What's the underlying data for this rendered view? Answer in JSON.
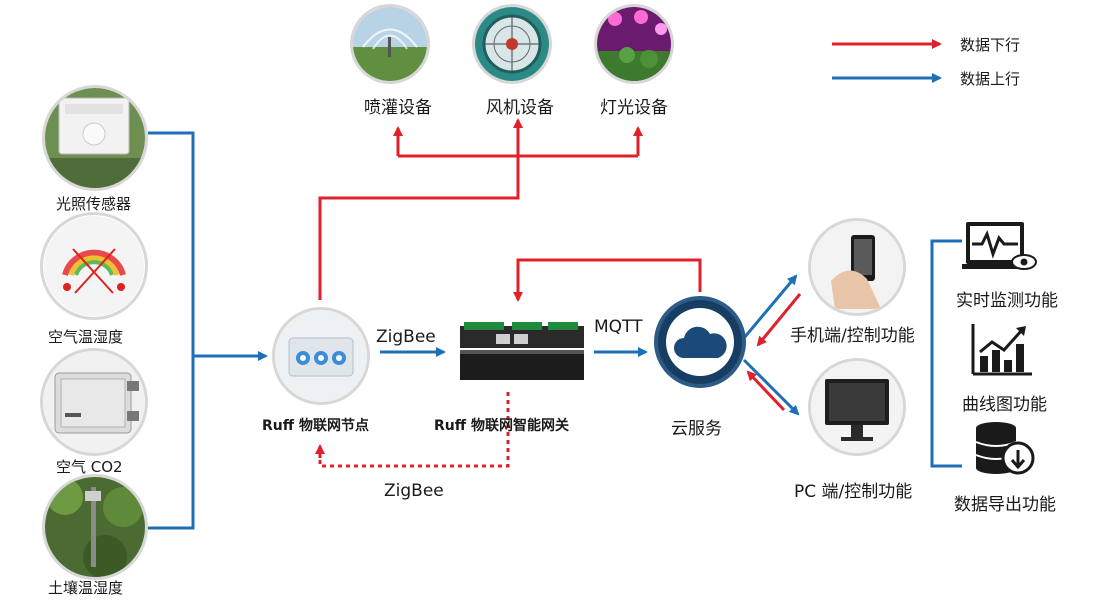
{
  "legend": {
    "down": {
      "label": "数据下行",
      "color": "#e0202a"
    },
    "up": {
      "label": "数据上行",
      "color": "#1f6fb8"
    }
  },
  "sensors": [
    {
      "key": "light",
      "label": "光照传感器"
    },
    {
      "key": "air",
      "label": "空气温湿度"
    },
    {
      "key": "co2",
      "label": "空气 CO2"
    },
    {
      "key": "soil",
      "label": "土壤温湿度"
    }
  ],
  "devices": [
    {
      "key": "sprinkler",
      "label": "喷灌设备"
    },
    {
      "key": "fan",
      "label": "风机设备"
    },
    {
      "key": "lamp",
      "label": "灯光设备"
    }
  ],
  "node": {
    "label": "Ruff 物联网节点"
  },
  "gateway": {
    "label": "Ruff 物联网智能网关"
  },
  "cloud": {
    "label": "云服务"
  },
  "links": {
    "node_gateway": "ZigBee",
    "gateway_node_back": "ZigBee",
    "gateway_cloud": "MQTT"
  },
  "clients": [
    {
      "key": "mobile",
      "label": "手机端/控制功能"
    },
    {
      "key": "pc",
      "label": "PC 端/控制功能"
    }
  ],
  "features": [
    {
      "key": "monitor",
      "label": "实时监测功能"
    },
    {
      "key": "curve",
      "label": "曲线图功能"
    },
    {
      "key": "export",
      "label": "数据导出功能"
    }
  ]
}
